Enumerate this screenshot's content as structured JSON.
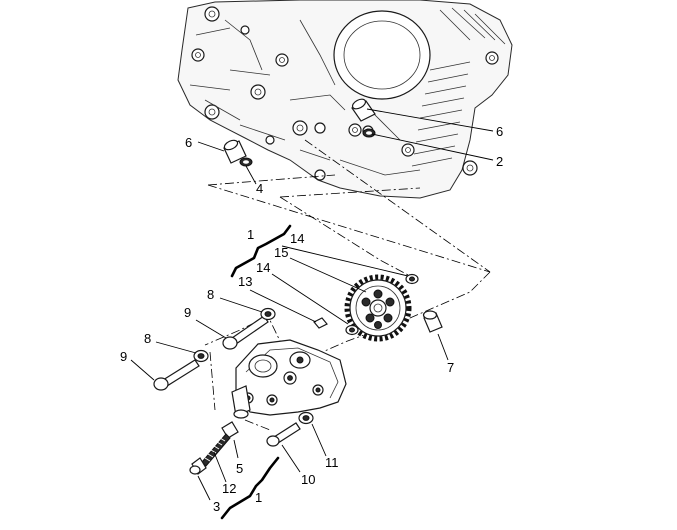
{
  "callouts": [
    {
      "id": "c6a",
      "text": "6"
    },
    {
      "id": "c2",
      "text": "2"
    },
    {
      "id": "c6b",
      "text": "6"
    },
    {
      "id": "c4",
      "text": "4"
    },
    {
      "id": "c1a",
      "text": "1"
    },
    {
      "id": "c14a",
      "text": "14"
    },
    {
      "id": "c15",
      "text": "15"
    },
    {
      "id": "c14b",
      "text": "14"
    },
    {
      "id": "c13",
      "text": "13"
    },
    {
      "id": "c8a",
      "text": "8"
    },
    {
      "id": "c9a",
      "text": "9"
    },
    {
      "id": "c8b",
      "text": "8"
    },
    {
      "id": "c9b",
      "text": "9"
    },
    {
      "id": "c7",
      "text": "7"
    },
    {
      "id": "c5",
      "text": "5"
    },
    {
      "id": "c11",
      "text": "11"
    },
    {
      "id": "c10",
      "text": "10"
    },
    {
      "id": "c12",
      "text": "12"
    },
    {
      "id": "c3",
      "text": "3"
    },
    {
      "id": "c1b",
      "text": "1"
    }
  ]
}
